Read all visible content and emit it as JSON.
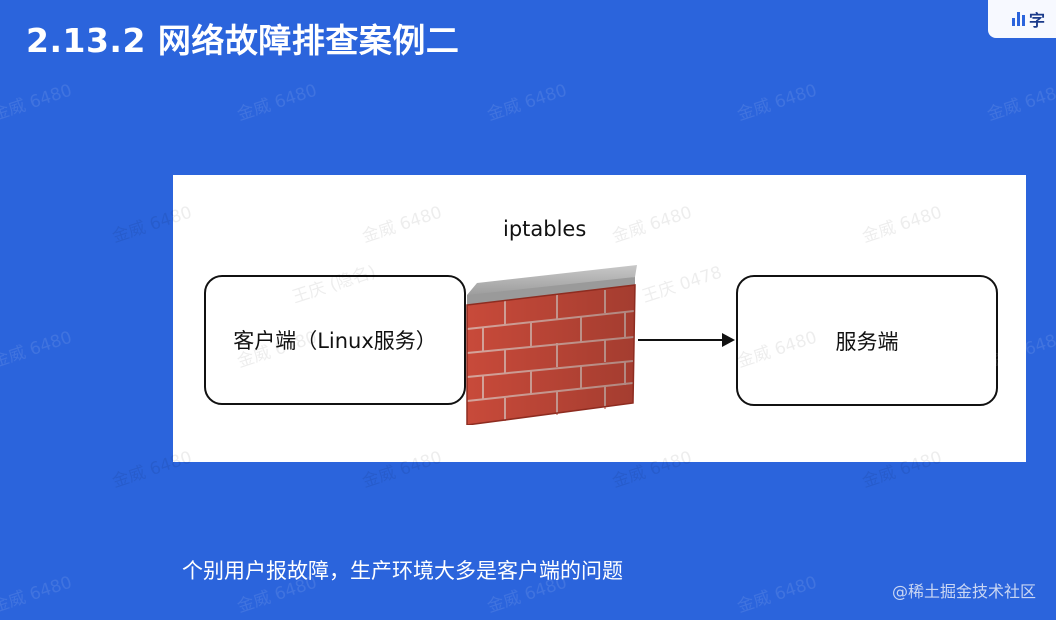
{
  "slide": {
    "title": "2.13.2 网络故障排查案例二",
    "caption": "个别用户报故障，生产环境大多是客户端的问题"
  },
  "corner_logo": {
    "text": "字"
  },
  "diagram": {
    "client_label": "客户端（Linux服务）",
    "firewall_label": "iptables",
    "server_label": "服务端"
  },
  "watermark": {
    "text": "金威 6480",
    "text2": "王庆 0478",
    "text3": "王庆 (隐名)"
  },
  "credit": "@稀土掘金技术社区",
  "colors": {
    "background": "#2b64dc",
    "brick": "#c0392b",
    "wall_top": "#a9a9a9"
  }
}
